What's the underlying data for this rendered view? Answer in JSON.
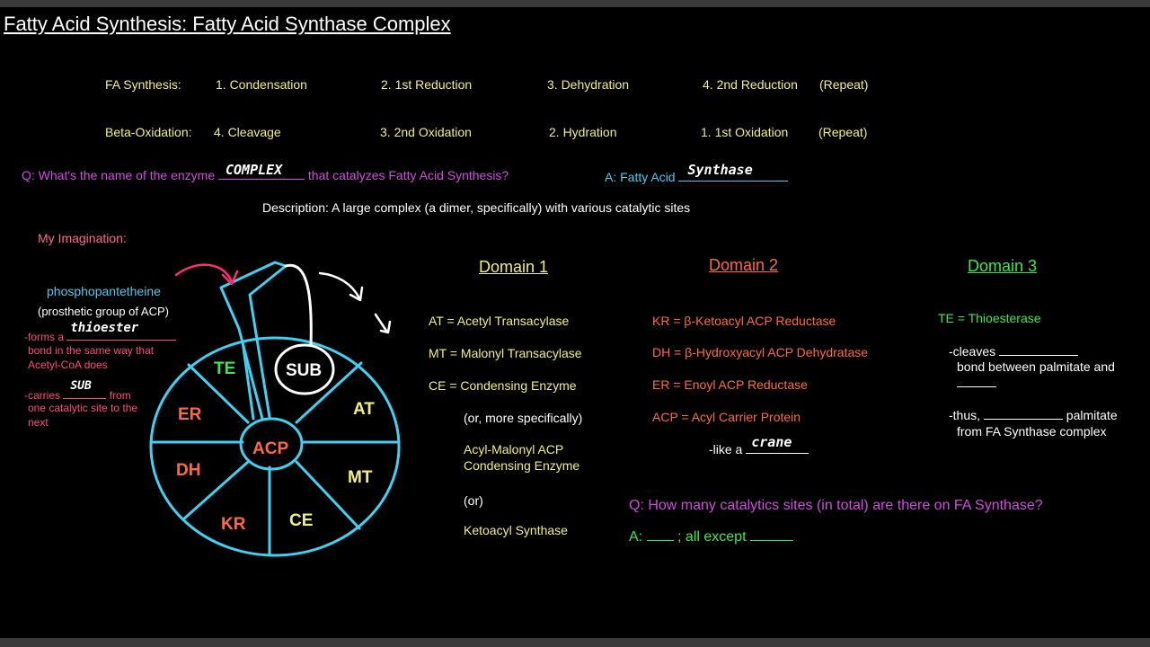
{
  "title": "Fatty Acid Synthesis: Fatty Acid Synthase Complex",
  "fa_synthesis": {
    "label": "FA Synthesis:",
    "steps": [
      "1. Condensation",
      "2. 1st Reduction",
      "3. Dehydration",
      "4. 2nd Reduction"
    ],
    "repeat": "(Repeat)"
  },
  "beta_oxidation": {
    "label": "Beta-Oxidation:",
    "steps": [
      "4. Cleavage",
      "3. 2nd Oxidation",
      "2. Hydration",
      "1. 1st Oxidation"
    ],
    "repeat": "(Repeat)"
  },
  "question1": {
    "prefix": "Q: What's the name of the enzyme",
    "blank": "COMPLEX",
    "suffix": "that catalyzes Fatty Acid Synthesis?"
  },
  "answer1": {
    "prefix": "A: Fatty Acid",
    "blank": "Synthase"
  },
  "description": "Description: A large complex (a dimer, specifically) with various catalytic sites",
  "imagination": "My Imagination:",
  "left_notes": {
    "phospho": "phosphopantetheine",
    "prosthetic": "(prosthetic group of ACP)",
    "forms_prefix": "-forms a",
    "forms_blank": "thioester",
    "forms_line2": "bond in the same way that",
    "forms_line3": "Acetyl-CoA does",
    "carries_prefix": "-carries",
    "carries_blank": "SUB",
    "carries_suffix": "from",
    "carries_line2": "one catalytic site to the",
    "carries_line3": "next"
  },
  "wheel": {
    "center": "ACP",
    "sub": "SUB",
    "segments": [
      "TE",
      "AT",
      "MT",
      "CE",
      "KR",
      "DH",
      "ER"
    ],
    "colors": {
      "outline": "#3fd0f2",
      "te": "#3be84e",
      "yellow": "#f2f07c",
      "orange": "#ff6a3c",
      "acp": "#ff6a3c",
      "arrow_pink": "#ff2e6e",
      "white": "#ffffff"
    }
  },
  "domain1": {
    "heading": "Domain 1",
    "items": [
      "AT = Acetyl Transacylase",
      "MT = Malonyl Transacylase",
      "CE = Condensing Enzyme",
      "(or, more specifically)",
      "Acyl-Malonyl ACP",
      "Condensing Enzyme",
      "(or)",
      "Ketoacyl Synthase"
    ]
  },
  "domain2": {
    "heading": "Domain 2",
    "items": [
      "KR = β-Ketoacyl ACP Reductase",
      "DH = β-Hydroxyacyl ACP Dehydratase",
      "ER = Enoyl ACP Reductase",
      "ACP = Acyl Carrier Protein"
    ],
    "like_prefix": "-like a",
    "like_blank": "crane"
  },
  "domain3": {
    "heading": "Domain 3",
    "te": "TE = Thioesterase",
    "cleaves_prefix": "-cleaves",
    "cleaves_line2": "bond between palmitate and",
    "thus_prefix": "-thus,",
    "thus_suffix": "palmitate",
    "thus_line2": "from FA Synthase complex"
  },
  "question2": "Q: How many catalytics sites (in total) are there on FA Synthase?",
  "answer2": {
    "prefix": "A:",
    "middle": "; all except"
  }
}
